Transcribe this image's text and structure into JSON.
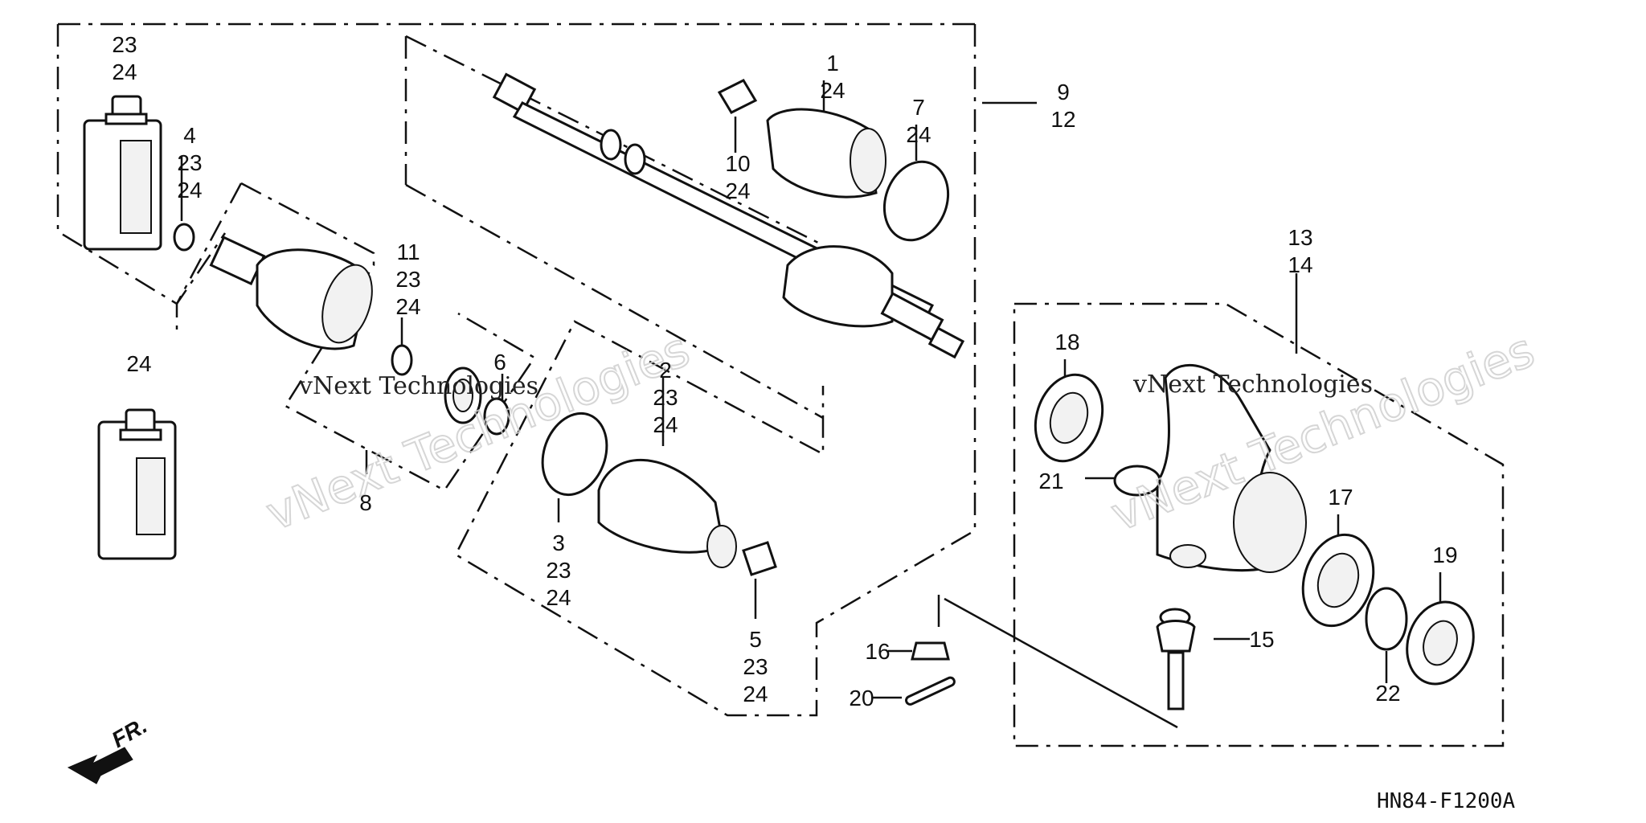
{
  "diagram": {
    "code": "HN84-F1200A",
    "direction_label": "FR.",
    "watermark_dark": "vNext Technologies",
    "watermark_light": "vNext Technologies",
    "callouts": [
      {
        "id": "c-23-24-top",
        "lines": [
          "23",
          "24"
        ]
      },
      {
        "id": "c-4",
        "lines": [
          "4",
          "23",
          "24"
        ]
      },
      {
        "id": "c-24-bottle",
        "lines": [
          "24"
        ]
      },
      {
        "id": "c-11",
        "lines": [
          "11",
          "23",
          "24"
        ]
      },
      {
        "id": "c-6",
        "lines": [
          "6"
        ]
      },
      {
        "id": "c-8",
        "lines": [
          "8"
        ]
      },
      {
        "id": "c-1",
        "lines": [
          "1",
          "24"
        ]
      },
      {
        "id": "c-7",
        "lines": [
          "7",
          "24"
        ]
      },
      {
        "id": "c-10",
        "lines": [
          "10",
          "24"
        ]
      },
      {
        "id": "c-9",
        "lines": [
          "9",
          "12"
        ]
      },
      {
        "id": "c-2",
        "lines": [
          "2",
          "23",
          "24"
        ]
      },
      {
        "id": "c-3",
        "lines": [
          "3",
          "23",
          "24"
        ]
      },
      {
        "id": "c-5",
        "lines": [
          "5",
          "23",
          "24"
        ]
      },
      {
        "id": "c-13",
        "lines": [
          "13",
          "14"
        ]
      },
      {
        "id": "c-18",
        "lines": [
          "18"
        ]
      },
      {
        "id": "c-21",
        "lines": [
          "21"
        ]
      },
      {
        "id": "c-17",
        "lines": [
          "17"
        ]
      },
      {
        "id": "c-19",
        "lines": [
          "19"
        ]
      },
      {
        "id": "c-15",
        "lines": [
          "15"
        ]
      },
      {
        "id": "c-16",
        "lines": [
          "16"
        ]
      },
      {
        "id": "c-20",
        "lines": [
          "20"
        ]
      },
      {
        "id": "c-22",
        "lines": [
          "22"
        ]
      }
    ]
  }
}
